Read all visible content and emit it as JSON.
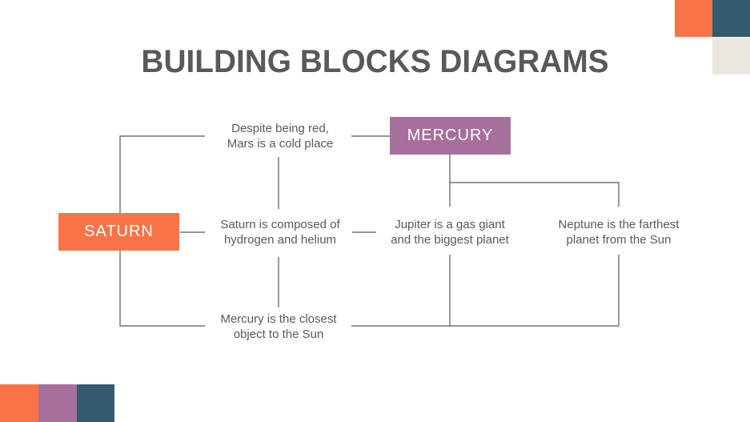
{
  "title": "BUILDING BLOCKS DIAGRAMS",
  "theme": {
    "orange": "#fa7347",
    "purple": "#a76f9c",
    "teal": "#335a6d",
    "cream": "#ebe7e0",
    "ink": "#595959",
    "line": "#58585a",
    "box_text": "#ffffff"
  },
  "diagram": {
    "boxes": {
      "saturn": {
        "label": "SATURN"
      },
      "mercury": {
        "label": "MERCURY"
      }
    },
    "nodes": {
      "mars": {
        "text": "Despite being red,\nMars is a cold place"
      },
      "saturn_fact": {
        "text": "Saturn is composed of\nhydrogen and helium"
      },
      "jupiter": {
        "text": "Jupiter is a gas giant\nand the biggest planet"
      },
      "neptune": {
        "text": "Neptune is the farthest\nplanet from the Sun"
      },
      "mercury_fact": {
        "text": "Mercury is the closest\nobject to the Sun"
      }
    }
  }
}
